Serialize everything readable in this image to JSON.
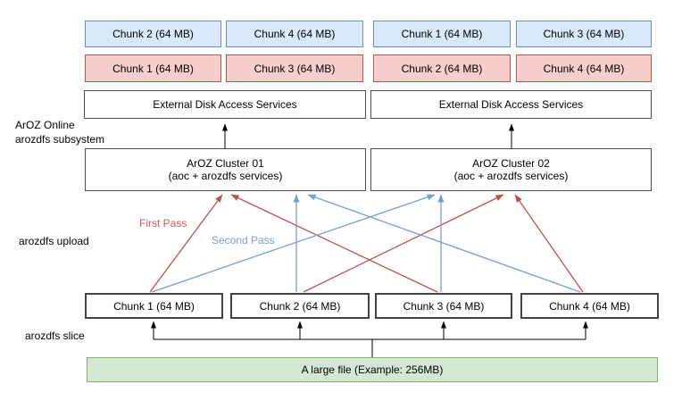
{
  "diagram": {
    "side_labels": {
      "subsystem_line1": "ArOZ Online",
      "subsystem_line2": "arozdfs subsystem",
      "upload": "arozdfs upload",
      "slice": "arozdfs slice"
    },
    "pass_labels": {
      "first": "First Pass",
      "second": "Second Pass"
    },
    "storage_row_top": [
      "Chunk 2 (64 MB)",
      "Chunk 4 (64 MB)",
      "Chunk 1 (64 MB)",
      "Chunk 3 (64 MB)"
    ],
    "storage_row_bottom": [
      "Chunk 1 (64 MB)",
      "Chunk 3 (64 MB)",
      "Chunk 2 (64 MB)",
      "Chunk 4 (64 MB)"
    ],
    "disk_services": [
      "External Disk Access Services",
      "External Disk Access Services"
    ],
    "clusters": [
      {
        "title": "ArOZ Cluster 01",
        "subtitle": "(aoc + arozdfs services)"
      },
      {
        "title": "ArOZ Cluster 02",
        "subtitle": "(aoc + arozdfs services)"
      }
    ],
    "upload_chunks": [
      "Chunk 1 (64 MB)",
      "Chunk 2 (64 MB)",
      "Chunk 3 (64 MB)",
      "Chunk 4 (64 MB)"
    ],
    "large_file": "A large file (Example: 256MB)",
    "colors": {
      "black": "#000000",
      "red": "#b85450",
      "blue": "#7a9cd6",
      "first_pass_label": "#d95b5b",
      "second_pass_label": "#7f9fd9",
      "blue_box_fill": "#dae8fc",
      "blue_box_border": "#6c8ebf",
      "red_box_fill": "#f8cecc",
      "red_box_border": "#b85450",
      "green_box_fill": "#d5e8d4",
      "green_box_border": "#82b366",
      "plain_box_border": "#4d4d4d"
    },
    "edges": [
      {
        "name": "cluster01-to-disk-left-arrow",
        "color": "black",
        "arrow": true,
        "width": 1,
        "points": [
          [
            252,
            166
          ],
          [
            252,
            139
          ]
        ]
      },
      {
        "name": "cluster02-to-disk-right-arrow",
        "color": "black",
        "arrow": true,
        "width": 1,
        "points": [
          [
            573,
            166
          ],
          [
            573,
            139
          ]
        ]
      },
      {
        "name": "file-to-slicer-trunk",
        "color": "black",
        "arrow": false,
        "width": 1,
        "points": [
          [
            417,
            400
          ],
          [
            417,
            380
          ]
        ]
      },
      {
        "name": "slicer-bar",
        "color": "black",
        "arrow": false,
        "width": 1,
        "points": [
          [
            172,
            380
          ],
          [
            656,
            380
          ]
        ]
      },
      {
        "name": "slice-to-chunk1-arrow",
        "color": "black",
        "arrow": true,
        "width": 1,
        "points": [
          [
            172,
            380
          ],
          [
            172,
            360
          ]
        ]
      },
      {
        "name": "slice-to-chunk2-arrow",
        "color": "black",
        "arrow": true,
        "width": 1,
        "points": [
          [
            336,
            380
          ],
          [
            336,
            360
          ]
        ]
      },
      {
        "name": "slice-to-chunk3-arrow",
        "color": "black",
        "arrow": true,
        "width": 1,
        "points": [
          [
            497,
            380
          ],
          [
            497,
            360
          ]
        ]
      },
      {
        "name": "slice-to-chunk4-arrow",
        "color": "black",
        "arrow": true,
        "width": 1,
        "points": [
          [
            656,
            380
          ],
          [
            656,
            360
          ]
        ]
      },
      {
        "name": "chunk1-to-cluster01-first-pass",
        "color": "red",
        "arrow": true,
        "width": 1.3,
        "points": [
          [
            168,
            327
          ],
          [
            249,
            218
          ]
        ]
      },
      {
        "name": "chunk3-to-cluster01-first-pass",
        "color": "red",
        "arrow": true,
        "width": 1.3,
        "points": [
          [
            490,
            327
          ],
          [
            259,
            218
          ]
        ]
      },
      {
        "name": "chunk2-to-cluster02-first-pass",
        "color": "red",
        "arrow": true,
        "width": 1.3,
        "points": [
          [
            340,
            327
          ],
          [
            564,
            218
          ]
        ]
      },
      {
        "name": "chunk4-to-cluster02-first-pass",
        "color": "red",
        "arrow": true,
        "width": 1.3,
        "points": [
          [
            653,
            327
          ],
          [
            577,
            218
          ]
        ]
      },
      {
        "name": "chunk2-to-cluster01-second-pass",
        "color": "blue",
        "arrow": true,
        "width": 1.3,
        "points": [
          [
            332,
            327
          ],
          [
            332,
            218
          ]
        ]
      },
      {
        "name": "chunk4-to-cluster01-second-pass",
        "color": "blue",
        "arrow": true,
        "width": 1.3,
        "points": [
          [
            650,
            327
          ],
          [
            345,
            218
          ]
        ]
      },
      {
        "name": "chunk1-to-cluster02-second-pass",
        "color": "blue",
        "arrow": true,
        "width": 1.3,
        "points": [
          [
            170,
            327
          ],
          [
            487,
            218
          ]
        ]
      },
      {
        "name": "chunk3-to-cluster02-second-pass",
        "color": "blue",
        "arrow": true,
        "width": 1.3,
        "points": [
          [
            494,
            327
          ],
          [
            494,
            218
          ]
        ]
      }
    ]
  }
}
